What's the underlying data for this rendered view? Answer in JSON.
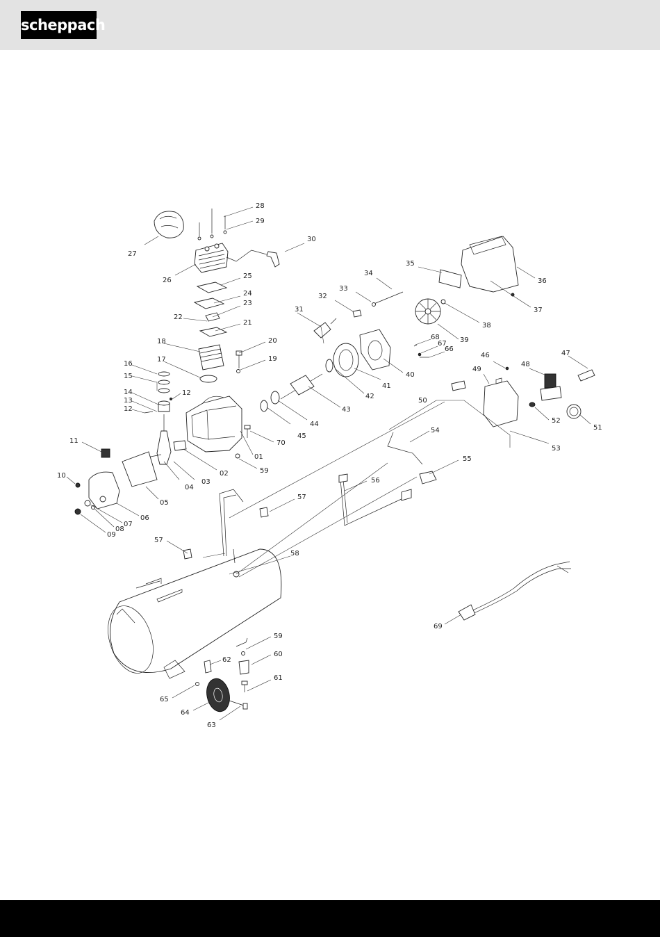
{
  "brand": {
    "name": "scheppach",
    "header_bg": "#e3e3e3",
    "logo_bg": "#000000",
    "footer_bg": "#000000"
  },
  "diagram": {
    "labels": {
      "p01": "01",
      "p02": "02",
      "p03": "03",
      "p04": "04",
      "p05": "05",
      "p06": "06",
      "p07": "07",
      "p08": "08",
      "p09": "09",
      "p10": "10",
      "p11": "11",
      "p12a": "12",
      "p12b": "12",
      "p13": "13",
      "p14": "14",
      "p15": "15",
      "p16": "16",
      "p17": "17",
      "p18": "18",
      "p19": "19",
      "p20": "20",
      "p21": "21",
      "p22": "22",
      "p23": "23",
      "p24": "24",
      "p25": "25",
      "p26": "26",
      "p27": "27",
      "p28": "28",
      "p29": "29",
      "p30": "30",
      "p31": "31",
      "p32": "32",
      "p33": "33",
      "p34": "34",
      "p35": "35",
      "p36": "36",
      "p37": "37",
      "p38": "38",
      "p39": "39",
      "p40": "40",
      "p41": "41",
      "p42": "42",
      "p43": "43",
      "p44": "44",
      "p45": "45",
      "p46": "46",
      "p47": "47",
      "p48": "48",
      "p49": "49",
      "p50": "50",
      "p51": "51",
      "p52": "52",
      "p53": "53",
      "p54": "54",
      "p55": "55",
      "p56": "56",
      "p57a": "57",
      "p57b": "57",
      "p58": "58",
      "p59a": "59",
      "p59b": "59",
      "p60": "60",
      "p61": "61",
      "p62": "62",
      "p63": "63",
      "p64": "64",
      "p65": "65",
      "p66": "66",
      "p67": "67",
      "p68": "68",
      "p69": "69",
      "p70": "70"
    }
  }
}
